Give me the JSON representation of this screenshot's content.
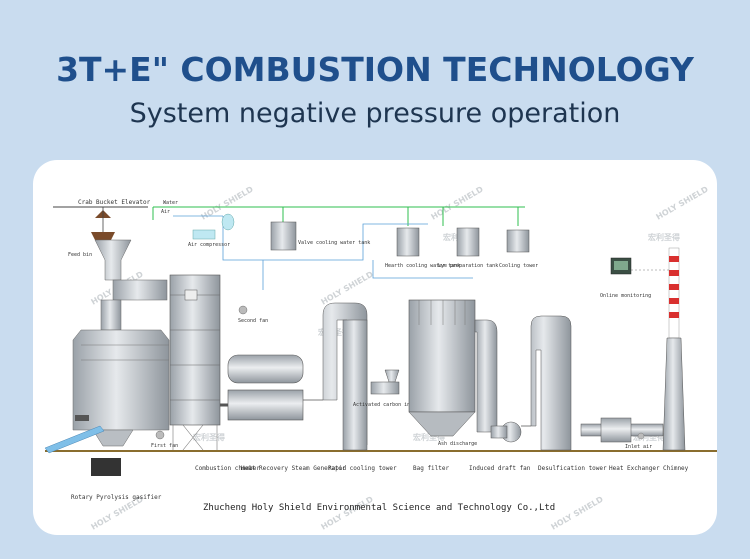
{
  "header": {
    "title": "3T+E\" COMBUSTION TECHNOLOGY",
    "subtitle": "System negative pressure operation"
  },
  "diagram": {
    "labels": {
      "crab_bucket_elevator": "Crab Bucket Elevator",
      "water": "Water",
      "air": "Air",
      "feed_bin": "Feed bin",
      "air_compressor": "Air compressor",
      "valve_cooling_water_tank": "Valve cooling water tank",
      "hearth_cooling": "Hearth cooling water tank",
      "lye_preparation_tank": "Lye preparation tank",
      "cooling_tower": "Cooling tower",
      "online_monitoring": "Online monitoring",
      "second_fan": "Second fan",
      "first_fan": "First fan",
      "activated_carbon_injector": "Activated carbon injector",
      "ash_discharge": "Ash discharge",
      "rotary_pyrolysis": "Rotary Pyrolysis gasifier",
      "combustion_chamber": "Combustion chamber",
      "heat_recovery": "Heat Recovery Steam Generator",
      "rapid_cooling_tower": "Rapid cooling tower",
      "bag_filter": "Bag filter",
      "induced_draft_fan": "Induced draft fan",
      "desulfication_tower": "Desulfication tower",
      "heat_exchanger": "Heat Exchanger",
      "chimney": "Chimney",
      "inlet_air": "Inlet air"
    },
    "watermarks": [
      "HOLY SHIELD",
      "宏利圣得"
    ],
    "footer": "Zhucheng Holy Shield Environmental Science and Technology Co.,Ltd",
    "colors": {
      "water_line": "#2fbf4f",
      "air_line": "#5aa0d8",
      "equipment": "#c8cdd2",
      "title": "#1f4f8c"
    }
  }
}
